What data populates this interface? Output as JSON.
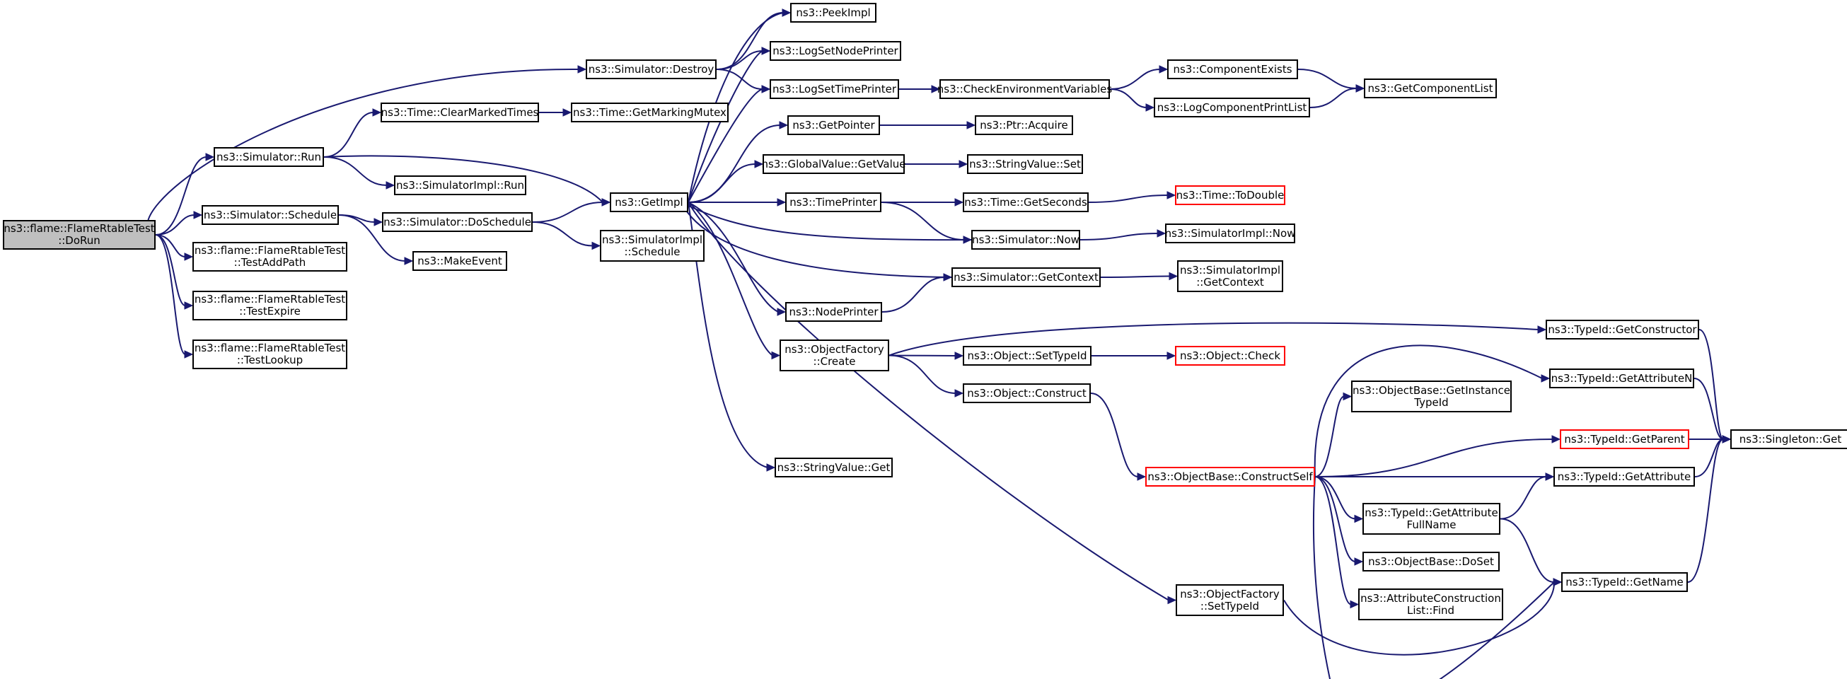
{
  "nodes": {
    "dorun": [
      "ns3::flame::FlameRtableTest",
      "::DoRun"
    ],
    "sim_run": [
      "ns3::Simulator::Run"
    ],
    "sim_sched": [
      "ns3::Simulator::Schedule"
    ],
    "test_add": [
      "ns3::flame::FlameRtableTest",
      "::TestAddPath"
    ],
    "test_exp": [
      "ns3::flame::FlameRtableTest",
      "::TestExpire"
    ],
    "test_look": [
      "ns3::flame::FlameRtableTest",
      "::TestLookup"
    ],
    "sim_destroy": [
      "ns3::Simulator::Destroy"
    ],
    "clear_marked": [
      "ns3::Time::ClearMarkedTimes"
    ],
    "marking_mutex": [
      "ns3::Time::GetMarkingMutex"
    ],
    "simimpl_run": [
      "ns3::SimulatorImpl::Run"
    ],
    "dosched": [
      "ns3::Simulator::DoSchedule"
    ],
    "make_event": [
      "ns3::MakeEvent"
    ],
    "getimpl": [
      "ns3::GetImpl"
    ],
    "simimpl_sched": [
      "ns3::SimulatorImpl",
      "::Schedule"
    ],
    "peekimpl": [
      "ns3::PeekImpl"
    ],
    "lognode": [
      "ns3::LogSetNodePrinter"
    ],
    "logtime": [
      "ns3::LogSetTimePrinter"
    ],
    "getpointer": [
      "ns3::GetPointer"
    ],
    "gv_getvalue": [
      "ns3::GlobalValue::GetValue"
    ],
    "timeprinter": [
      "ns3::TimePrinter"
    ],
    "nodeprinter": [
      "ns3::NodePrinter"
    ],
    "objfact_create": [
      "ns3::ObjectFactory",
      "::Create"
    ],
    "sv_get": [
      "ns3::StringValue::Get"
    ],
    "checkenv": [
      "ns3::CheckEnvironmentVariables"
    ],
    "ptr_acquire": [
      "ns3::Ptr::Acquire"
    ],
    "sv_set": [
      "ns3::StringValue::Set"
    ],
    "time_getsec": [
      "ns3::Time::GetSeconds"
    ],
    "sim_now": [
      "ns3::Simulator::Now"
    ],
    "sim_getctx": [
      "ns3::Simulator::GetContext"
    ],
    "obj_settid": [
      "ns3::Object::SetTypeId"
    ],
    "obj_construct": [
      "ns3::Object::Construct"
    ],
    "compexists": [
      "ns3::ComponentExists"
    ],
    "logcompprint": [
      "ns3::LogComponentPrintList"
    ],
    "getcomplist": [
      "ns3::GetComponentList"
    ],
    "time_todouble": [
      "ns3::Time::ToDouble"
    ],
    "simimpl_now": [
      "ns3::SimulatorImpl::Now"
    ],
    "simimpl_getctx": [
      "ns3::SimulatorImpl",
      "::GetContext"
    ],
    "obj_check": [
      "ns3::Object::Check"
    ],
    "ob_constructself": [
      "ns3::ObjectBase::ConstructSelf"
    ],
    "objfact_settid": [
      "ns3::ObjectFactory",
      "::SetTypeId"
    ],
    "ob_getinst": [
      "ns3::ObjectBase::GetInstance",
      "TypeId"
    ],
    "tid_getattrfull": [
      "ns3::TypeId::GetAttribute",
      "FullName"
    ],
    "ob_doset": [
      "ns3::ObjectBase::DoSet"
    ],
    "acl_find": [
      "ns3::AttributeConstruction",
      "List::Find"
    ],
    "tid_getctor": [
      "ns3::TypeId::GetConstructor"
    ],
    "tid_getattrn": [
      "ns3::TypeId::GetAttributeN"
    ],
    "tid_getparent": [
      "ns3::TypeId::GetParent"
    ],
    "tid_getattr": [
      "ns3::TypeId::GetAttribute"
    ],
    "tid_getname": [
      "ns3::TypeId::GetName"
    ],
    "singleton_get": [
      "ns3::Singleton::Get"
    ]
  },
  "colors": {
    "edge": "#191970",
    "node_border": "#000000",
    "truncated_border": "#ff0000",
    "root_fill": "#bfbfbf"
  }
}
